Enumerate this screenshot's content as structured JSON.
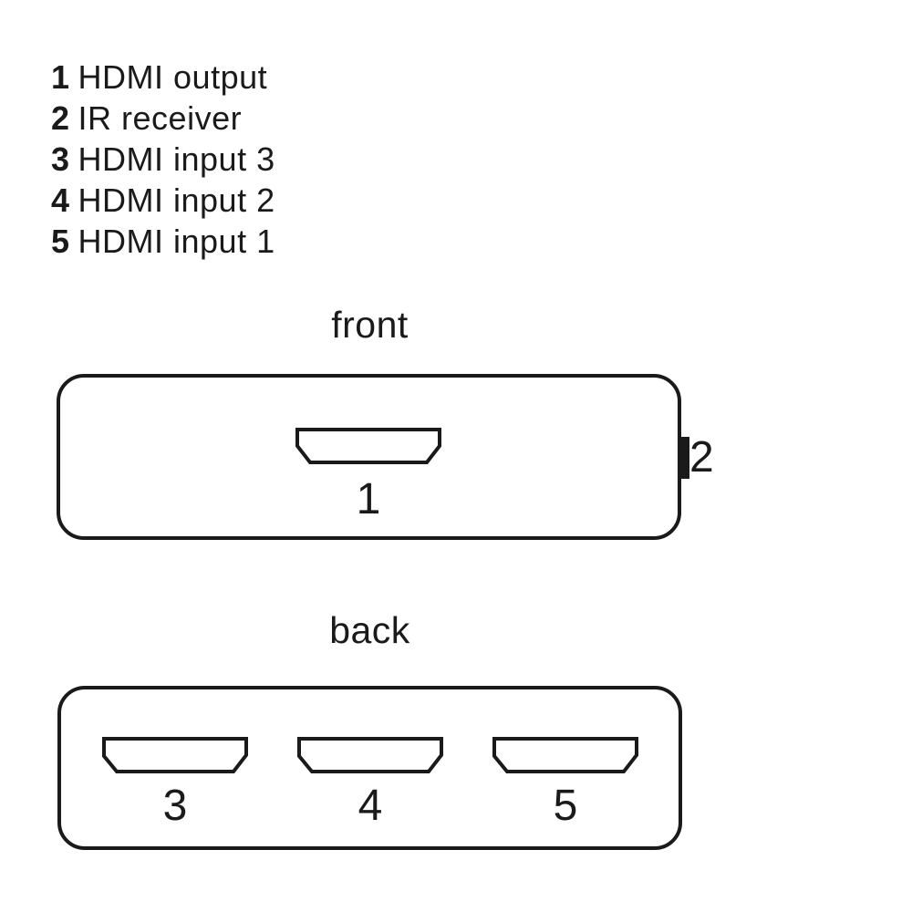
{
  "legend": {
    "items": [
      {
        "number": "1",
        "label": "HDMI output"
      },
      {
        "number": "2",
        "label": "IR receiver"
      },
      {
        "number": "3",
        "label": "HDMI input 3"
      },
      {
        "number": "4",
        "label": "HDMI input 2"
      },
      {
        "number": "5",
        "label": "HDMI input 1"
      }
    ]
  },
  "front_view": {
    "title": "front",
    "port_label": "1",
    "ir_label": "2"
  },
  "back_view": {
    "title": "back",
    "ports": [
      {
        "label": "3"
      },
      {
        "label": "4"
      },
      {
        "label": "5"
      }
    ]
  },
  "colors": {
    "outline": "#1a1a1a",
    "background": "#ffffff",
    "ir_fill": "#1a1a1a"
  }
}
